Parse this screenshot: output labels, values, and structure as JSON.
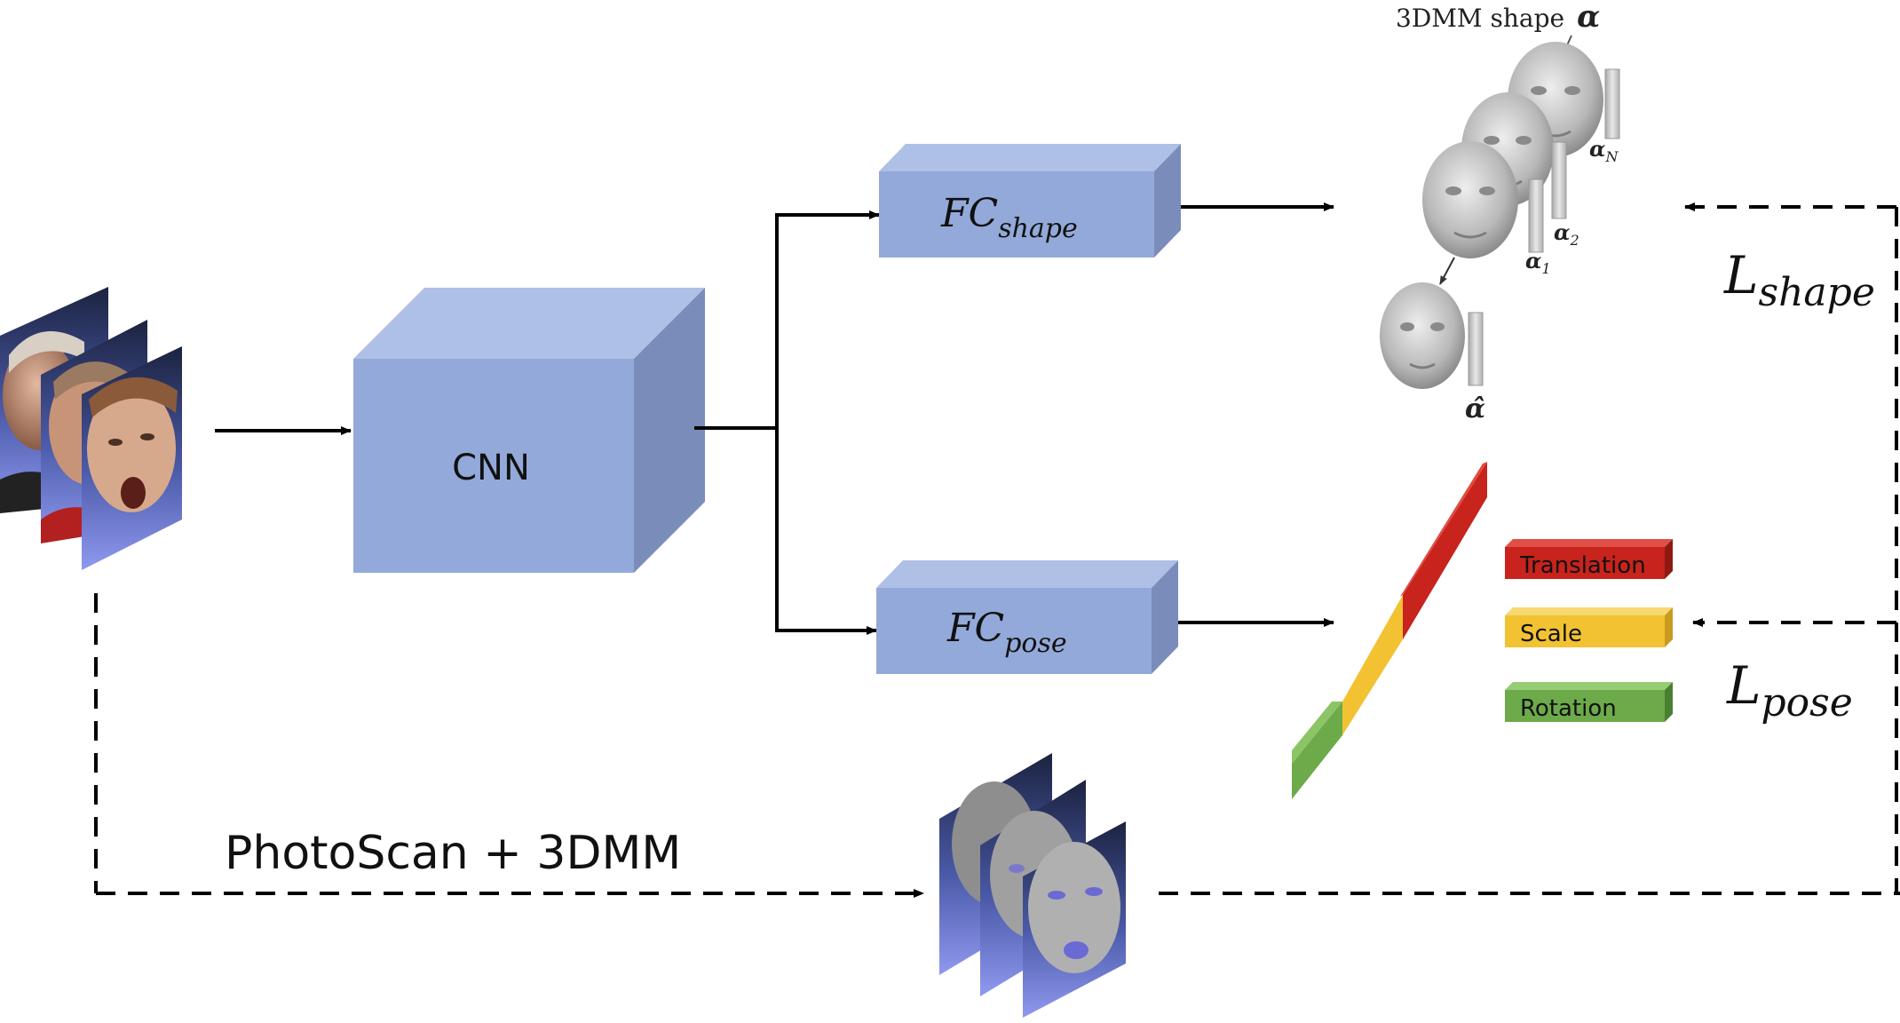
{
  "labels": {
    "cnn": "CNN",
    "fc_shape_main": "FC",
    "fc_shape_sub": "shape",
    "fc_pose_main": "FC",
    "fc_pose_sub": "pose",
    "photoscan": "PhotoScan + 3DMM",
    "shape_title": "3DMM shape",
    "alpha": "α",
    "alpha_1": "1",
    "alpha_2": "2",
    "alpha_n": "N",
    "alpha_hat": "α̂",
    "l_shape_main": "L",
    "l_shape_sub": "shape",
    "l_pose_main": "L",
    "l_pose_sub": "pose"
  },
  "pose_legend": [
    {
      "label": "Translation",
      "color": "#c8231c"
    },
    {
      "label": "Scale",
      "color": "#f2c233"
    },
    {
      "label": "Rotation",
      "color": "#6daa4a"
    }
  ],
  "colors": {
    "block_front": "#93a9d9",
    "block_top": "#afc0e6",
    "block_side": "#7a8dba",
    "translation": "#c8231c",
    "scale": "#f2c233",
    "rotation": "#6daa4a"
  }
}
